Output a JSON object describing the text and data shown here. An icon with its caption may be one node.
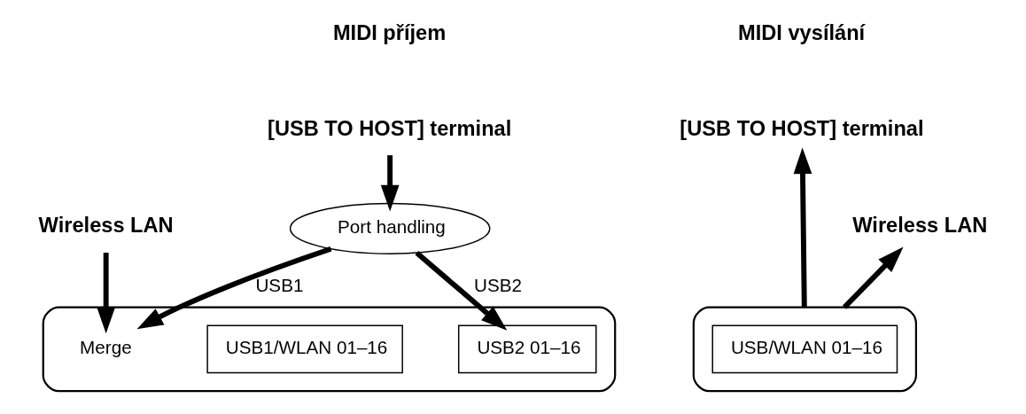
{
  "diagram": {
    "nodes": [
      {
        "text": [
          "[USB TO HOST] terminal"
        ]
      },
      {
        "text": [
          "Wireless LAN"
        ]
      },
      {
        "text": [
          "Port handling"
        ]
      },
      {
        "text": [],
        "shape": "box"
      },
      {
        "text": [
          "Merge"
        ],
        "in": 3
      },
      {
        "text": [
          "USB1/WLAN 01–16"
        ],
        "in": 3
      },
      {
        "text": [
          "USB2 01–16"
        ],
        "in": 3
      },
      {
        "text": [],
        "shape": "box"
      },
      {
        "text": [
          "USB/WLAN 01–16"
        ],
        "in": 7
      },
      {
        "text": [
          "Wireless LAN"
        ]
      },
      {
        "text": [
          "[USB TO HOST] terminal"
        ]
      }
    ],
    "edges": [
      {
        "from": 0,
        "to": 2,
        "arrow": "to"
      },
      {
        "from": 1,
        "to": 4,
        "arrow": "to"
      },
      {
        "from": 2,
        "to": 4,
        "label": "USB1",
        "arrow": "to"
      },
      {
        "from": 2,
        "to": 6,
        "label": "USB2",
        "arrow": "to"
      },
      {
        "from": 7,
        "to": 9,
        "arrow": "to"
      },
      {
        "from": 7,
        "to": 10,
        "arrow": "to"
      }
    ],
    "labels": [
      "MIDI příjem",
      "MIDI vysílání"
    ]
  }
}
